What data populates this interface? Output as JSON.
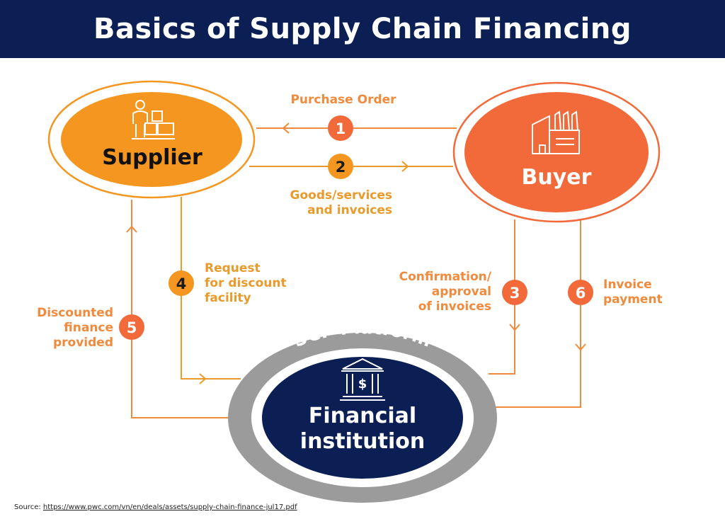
{
  "title": "Basics of Supply Chain Financing",
  "nodes": {
    "supplier": "Supplier",
    "buyer": "Buyer",
    "platform": "SCF Platform",
    "financial_line1": "Financial",
    "financial_line2": "institution"
  },
  "steps": [
    {
      "number": "1",
      "line1": "Purchase Order",
      "line2": "",
      "line3": ""
    },
    {
      "number": "2",
      "line1": "Goods/services",
      "line2": "and invoices",
      "line3": ""
    },
    {
      "number": "3",
      "line1": "Confirmation/",
      "line2": "approval",
      "line3": "of invoices"
    },
    {
      "number": "4",
      "line1": "Request",
      "line2": "for discount",
      "line3": "facility"
    },
    {
      "number": "5",
      "line1": "Discounted",
      "line2": "finance",
      "line3": "provided"
    },
    {
      "number": "6",
      "line1": "Invoice",
      "line2": "payment",
      "line3": ""
    }
  ],
  "source": {
    "prefix": "Source: ",
    "url": "https://www.pwc.com/vn/en/deals/assets/supply-chain-finance-jul17.pdf"
  },
  "colors": {
    "header": "#0b1f55",
    "supplier": "#f4961f",
    "buyer": "#f26a3a",
    "financial": "#0b1f55",
    "platform_ring": "#9b9b9b",
    "arrow_orange": "#f08a3c",
    "arrow_amber": "#e99a2a"
  },
  "icons": {
    "supplier": "worker-with-boxes-icon",
    "buyer": "factory-icon",
    "financial": "bank-icon"
  }
}
